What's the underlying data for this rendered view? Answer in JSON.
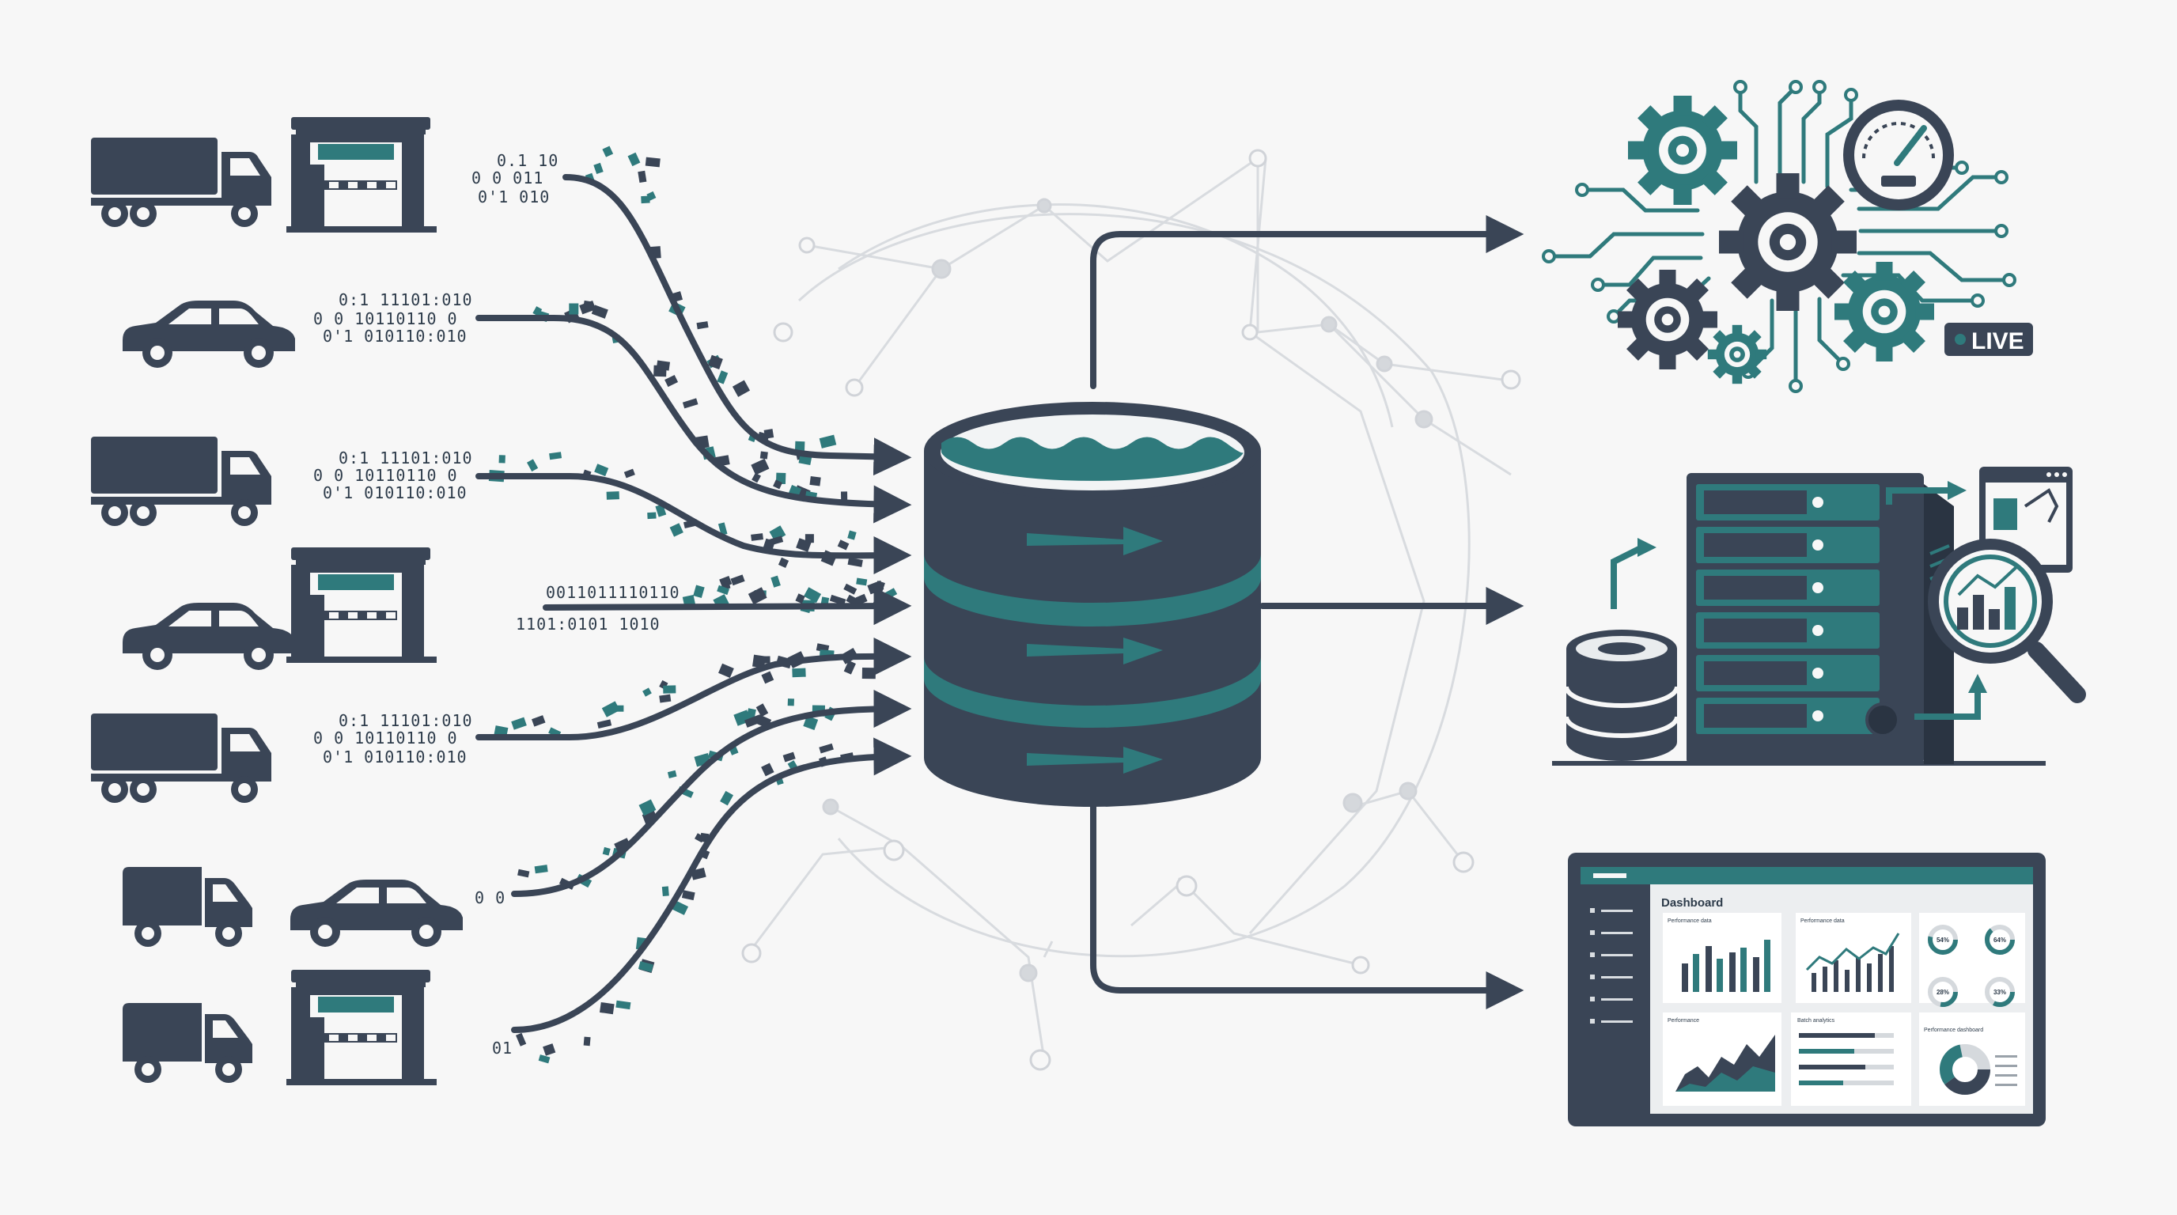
{
  "colors": {
    "background": "#f7f7f7",
    "dark": "#3a4556",
    "teal": "#2f7a7c",
    "light_line": "#d3d6da"
  },
  "sources": {
    "icons": [
      "truck-icon",
      "toll-gate-icon",
      "car-icon",
      "truck-icon",
      "car-icon",
      "toll-gate-icon",
      "car-icon",
      "truck-icon",
      "van-icon",
      "car-icon",
      "truck-icon",
      "toll-gate-icon"
    ],
    "stream_1": {
      "bits_a": "0.1   10",
      "bits_b": "0  0  011",
      "bits_c": "0'1  010"
    },
    "stream_2": {
      "bits_a": "0:1    11101:010",
      "bits_b": "0  0  10110110 0",
      "bits_c": "0'1  010110:010"
    },
    "stream_3": {
      "bits_a": "0:1    11101:010",
      "bits_b": "0  0  10110110 0",
      "bits_c": "0'1  010110:010"
    },
    "stream_4": {
      "bits_a": "0011011110110",
      "bits_b": "1101:0101  1010"
    },
    "stream_5": {
      "bits_a": "0:1    11101:010",
      "bits_b": "0  0  10110110 0",
      "bits_c": "0'1  010110:010"
    },
    "stream_6": {
      "bits_a": "0 0"
    },
    "stream_7": {
      "bits_a": "01"
    }
  },
  "data_lake": {
    "icon": "database-cylinder-icon"
  },
  "outputs": {
    "realtime": {
      "icon": "gears-circuit-icon",
      "badge": "LIVE"
    },
    "storage": {
      "icon": "server-rack-icon"
    },
    "dashboard": {
      "title": "Dashboard",
      "panel_titles": [
        "Performance data",
        "Performance data",
        "Performance",
        "Batch analytics",
        "Performance dashboard"
      ],
      "gauges": [
        "54%",
        "64%",
        "28%",
        "33%"
      ]
    }
  }
}
